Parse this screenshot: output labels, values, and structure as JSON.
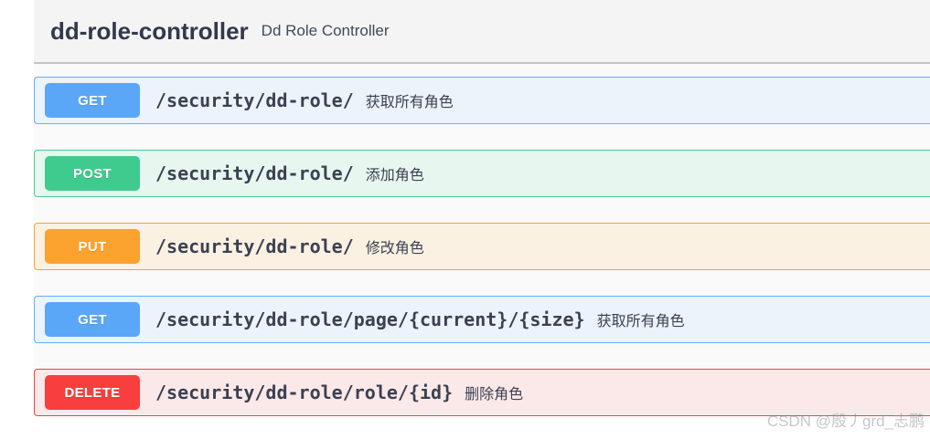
{
  "header": {
    "tag_name": "dd-role-controller",
    "tag_description": "Dd Role Controller"
  },
  "endpoints": [
    {
      "method": "GET",
      "path": "/security/dd-role/",
      "summary": "获取所有角色",
      "method_color": "#5aa7f8",
      "border_color": "#61affe",
      "row_bg": "#ebf3fb"
    },
    {
      "method": "POST",
      "path": "/security/dd-role/",
      "summary": "添加角色",
      "method_color": "#3fcb8e",
      "border_color": "#49cc90",
      "row_bg": "#e8f6f0"
    },
    {
      "method": "PUT",
      "path": "/security/dd-role/",
      "summary": "修改角色",
      "method_color": "#fca22f",
      "border_color": "#fca130",
      "row_bg": "#fbf1e3"
    },
    {
      "method": "GET",
      "path": "/security/dd-role/page/{current}/{size}",
      "summary": "获取所有角色",
      "method_color": "#5aa7f8",
      "border_color": "#61affe",
      "row_bg": "#ebf3fb"
    },
    {
      "method": "DELETE",
      "path": "/security/dd-role/role/{id}",
      "summary": "删除角色",
      "method_color": "#f93e3e",
      "border_color": "#f93e3e",
      "row_bg": "#fbe9e9"
    }
  ],
  "watermark": {
    "text": "CSDN @殷丿grd_志鹏"
  }
}
